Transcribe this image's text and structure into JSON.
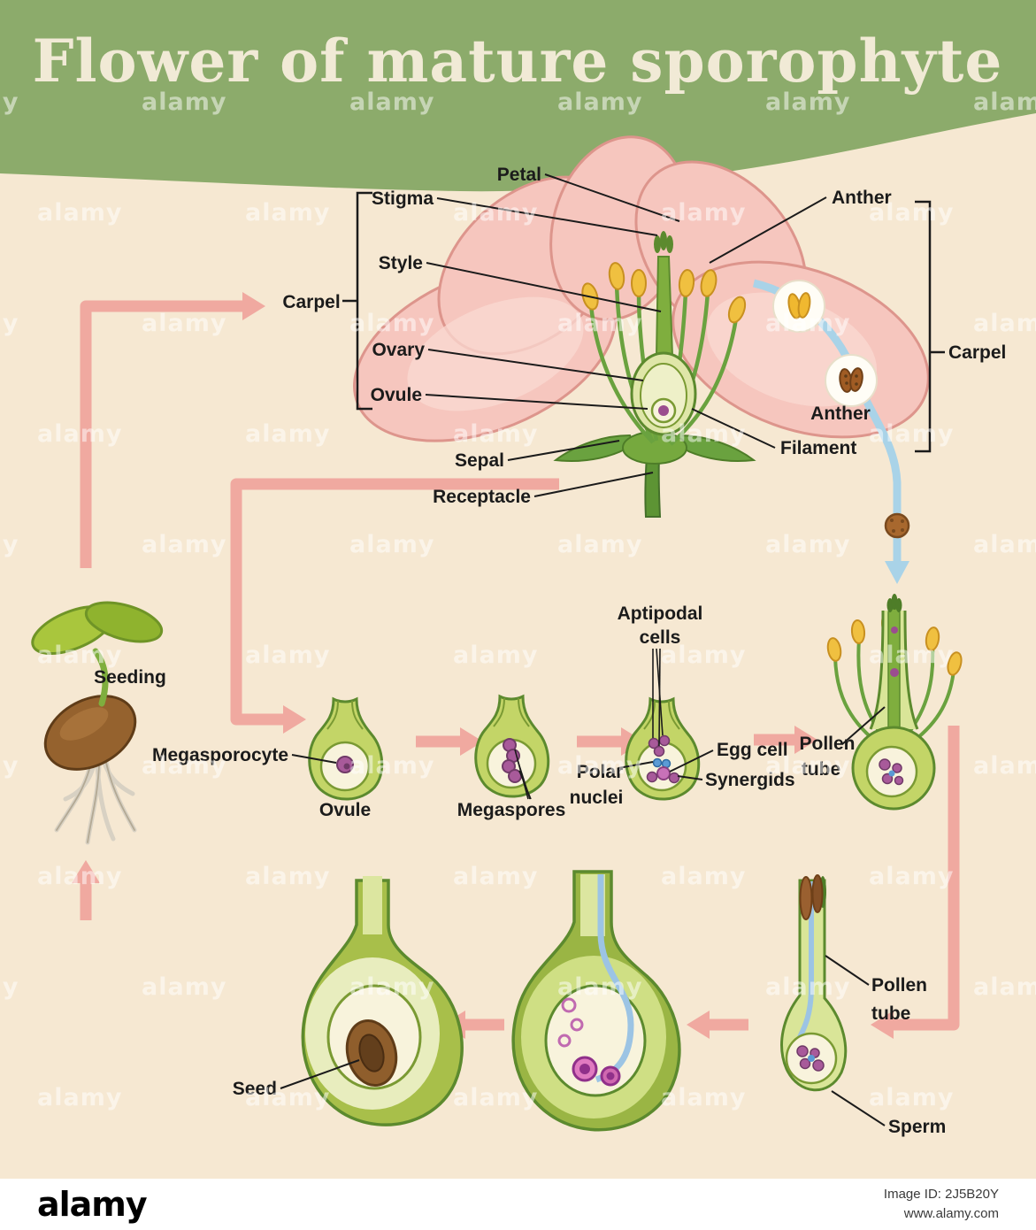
{
  "title": "Flower of mature sporophyte",
  "watermark": "alamy",
  "colors": {
    "banner": "#8cab6b",
    "background": "#f6e8d2",
    "cycle_arrow": "#f0a9a0",
    "petal": "#f6c6be",
    "leaf_green": "#6aa23f",
    "pollen_tube_blue": "#9cc4e4",
    "label_text": "#1b1b1b"
  },
  "flower": {
    "petal": "Petal",
    "stigma": "Stigma",
    "style": "Style",
    "ovary": "Ovary",
    "ovule": "Ovule",
    "sepal": "Sepal",
    "receptacle": "Receptacle",
    "anther_top": "Anther",
    "anther_zoom": "Anther",
    "carpel_left": "Carpel",
    "carpel_right": "Carpel",
    "filament": "Filament"
  },
  "stages": {
    "seeding": "Seeding",
    "megasporocyte": "Megasporocyte",
    "ovule": "Ovule",
    "megaspores": "Megaspores",
    "antipodal_line1": "Aptipodal",
    "antipodal_line2": "cells",
    "polar_line1": "Polar",
    "polar_line2": "nuclei",
    "egg_cell": "Egg cell",
    "synergids": "Synergids",
    "pollen_tube_line1": "Pollen",
    "pollen_tube_line2": "tube",
    "pollen_tube2_line1": "Pollen",
    "pollen_tube2_line2": "tube",
    "seed": "Seed",
    "sperm": "Sperm"
  },
  "footer": {
    "logo": "alamy",
    "image_id": "Image ID: 2J5B20Y",
    "website": "www.alamy.com"
  }
}
